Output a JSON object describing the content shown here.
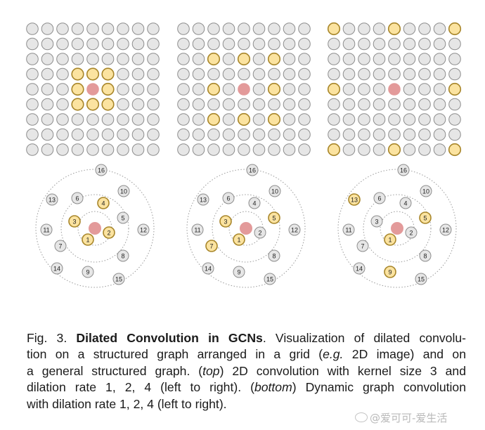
{
  "colors": {
    "node_fill": "#e6e6e6",
    "node_stroke": "#8d8d8d",
    "neighbor_fill": "#fbe3a0",
    "neighbor_stroke": "#a8862a",
    "center_fill": "#e39a9a",
    "ring_stroke": "#9a9a9a"
  },
  "grid_panels": [
    {
      "rows": 9,
      "cols": 9,
      "center": [
        4,
        4
      ],
      "dilation": 1
    },
    {
      "rows": 9,
      "cols": 9,
      "center": [
        4,
        4
      ],
      "dilation": 2
    },
    {
      "rows": 9,
      "cols": 9,
      "center": [
        4,
        4
      ],
      "dilation": 4
    }
  ],
  "graph_panels": [
    {
      "highlighted": [
        "1",
        "2",
        "3",
        "4"
      ]
    },
    {
      "highlighted": [
        "1",
        "3",
        "5",
        "7"
      ]
    },
    {
      "highlighted": [
        "1",
        "5",
        "9",
        "13"
      ]
    }
  ],
  "graph_nodes": [
    "1",
    "2",
    "3",
    "4",
    "5",
    "6",
    "7",
    "8",
    "9",
    "10",
    "11",
    "12",
    "13",
    "14",
    "15",
    "16"
  ],
  "caption": {
    "line1_a": "Fig. 3. ",
    "line1_b": "Dilated Convolution in GCNs",
    "line1_c": ". Visualization of dilated convolu-",
    "line2_a": "tion on a structured graph arranged in a grid (",
    "line2_b": "e.g.",
    "line2_c": " 2D image) and on",
    "line3_a": "a general structured graph. (",
    "line3_b": "top",
    "line3_c": ") 2D convolution with kernel size 3 and",
    "line4_a": "dilation rate 1, 2, 4 (left to right). (",
    "line4_b": "bottom",
    "line4_c": ") Dynamic graph convolution",
    "line5": "with dilation rate 1, 2, 4 (left to right)."
  },
  "watermark": "@爱可可-爱生活"
}
